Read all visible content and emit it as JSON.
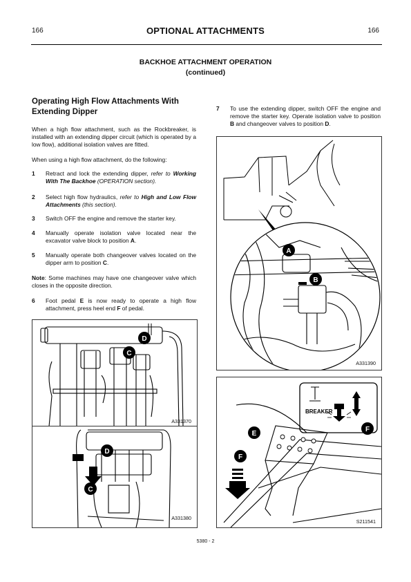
{
  "header": {
    "page_left": "166",
    "title": "OPTIONAL ATTACHMENTS",
    "page_right": "166"
  },
  "section": {
    "title": "BACKHOE ATTACHMENT OPERATION",
    "subtitle": "(continued)"
  },
  "subheading": "Operating High Flow Attachments With Extending Dipper",
  "intro": "When a high flow attachment, such as the Rockbreaker, is installed with an extending dipper circuit (which is operated by a low flow), additional isolation valves are fitted.",
  "lead": "When using a high flow attachment, do the following:",
  "steps": {
    "s1": {
      "num": "1",
      "text": "Retract and lock the extending dipper, ",
      "ref_pre": "refer to ",
      "ref_bold": "Working With The Backhoe",
      "ref_post": " (OPERATION section)."
    },
    "s2": {
      "num": "2",
      "text": "Select high flow hydraulics, ",
      "ref_pre": "refer to ",
      "ref_bold": "High and Low Flow Attachments",
      "ref_post": " (this section)."
    },
    "s3": {
      "num": "3",
      "text": "Switch OFF the engine and remove the starter key."
    },
    "s4": {
      "num": "4",
      "text": "Manually operate isolation valve located near the excavator valve block to position ",
      "bold": "A",
      "end": "."
    },
    "s5": {
      "num": "5",
      "text": "Manually operate both changeover valves located on the dipper arm to position ",
      "bold": "C",
      "end": "."
    },
    "s6": {
      "num": "6",
      "t1": "Foot pedal ",
      "b1": "E",
      "t2": " is now ready to operate a high flow attachment, press heel end ",
      "b2": "F",
      "t3": " of pedal."
    },
    "s7": {
      "num": "7",
      "t1": "To use the extending dipper, switch OFF the engine and remove the starter key. Operate isolation valve to position ",
      "b1": "B",
      "t2": " and changeover valves to position ",
      "b2": "D",
      "t3": "."
    }
  },
  "note": {
    "label": "Note",
    "text": ": Some machines may have one changeover valve which closes in the opposite direction."
  },
  "figures": {
    "f1": {
      "code": "A331370",
      "labels": [
        "D",
        "C"
      ]
    },
    "f2": {
      "code": "A331380",
      "labels": [
        "D",
        "C"
      ]
    },
    "f3": {
      "code": "A331390",
      "labels": [
        "A",
        "B"
      ]
    },
    "f4": {
      "code": "S211541",
      "labels": [
        "E",
        "F",
        "F"
      ],
      "panel_text": "BREAKER"
    }
  },
  "footer": "5380 - 2"
}
